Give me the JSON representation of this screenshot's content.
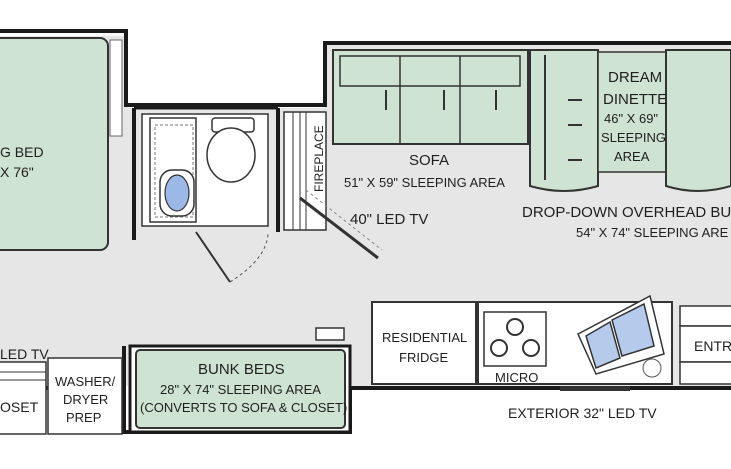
{
  "labels": {
    "master_bed_title": "G BED",
    "master_bed_size": "X 76\"",
    "fireplace": "FIREPLACE",
    "sofa_title": "SOFA",
    "sofa_size": "51\" X 59\" SLEEPING AREA",
    "dinette_line1": "DREAM",
    "dinette_line2": "DINETTE",
    "dinette_line3": "46\" X 69\"",
    "dinette_line4": "SLEEPING",
    "dinette_line5": "AREA",
    "led_tv_40": "40\" LED TV",
    "overhead_bunk_title": "DROP-DOWN OVERHEAD BUN",
    "overhead_bunk_size": "54\" X 74\" SLEEPING ARE",
    "led_tv_left": "LED TV",
    "closet_left": "OSET",
    "washer_line1": "WASHER/",
    "washer_line2": "DRYER",
    "washer_line3": "PREP",
    "bunk_title": "BUNK BEDS",
    "bunk_size": "28\" X 74\" SLEEPING AREA",
    "bunk_note": "(CONVERTS TO SOFA & CLOSET)",
    "fridge_line1": "RESIDENTIAL",
    "fridge_line2": "FRIDGE",
    "micro": "MICRO",
    "exterior_tv": "EXTERIOR 32\" LED TV",
    "entry": "ENTR"
  },
  "colors": {
    "furniture_fill": "#cfe3d3",
    "floor_fill": "#e6e6e6",
    "wall": "#1a1a1a",
    "toilet_accent": "#9bb8e6",
    "sink_accent": "#b6cbec"
  }
}
